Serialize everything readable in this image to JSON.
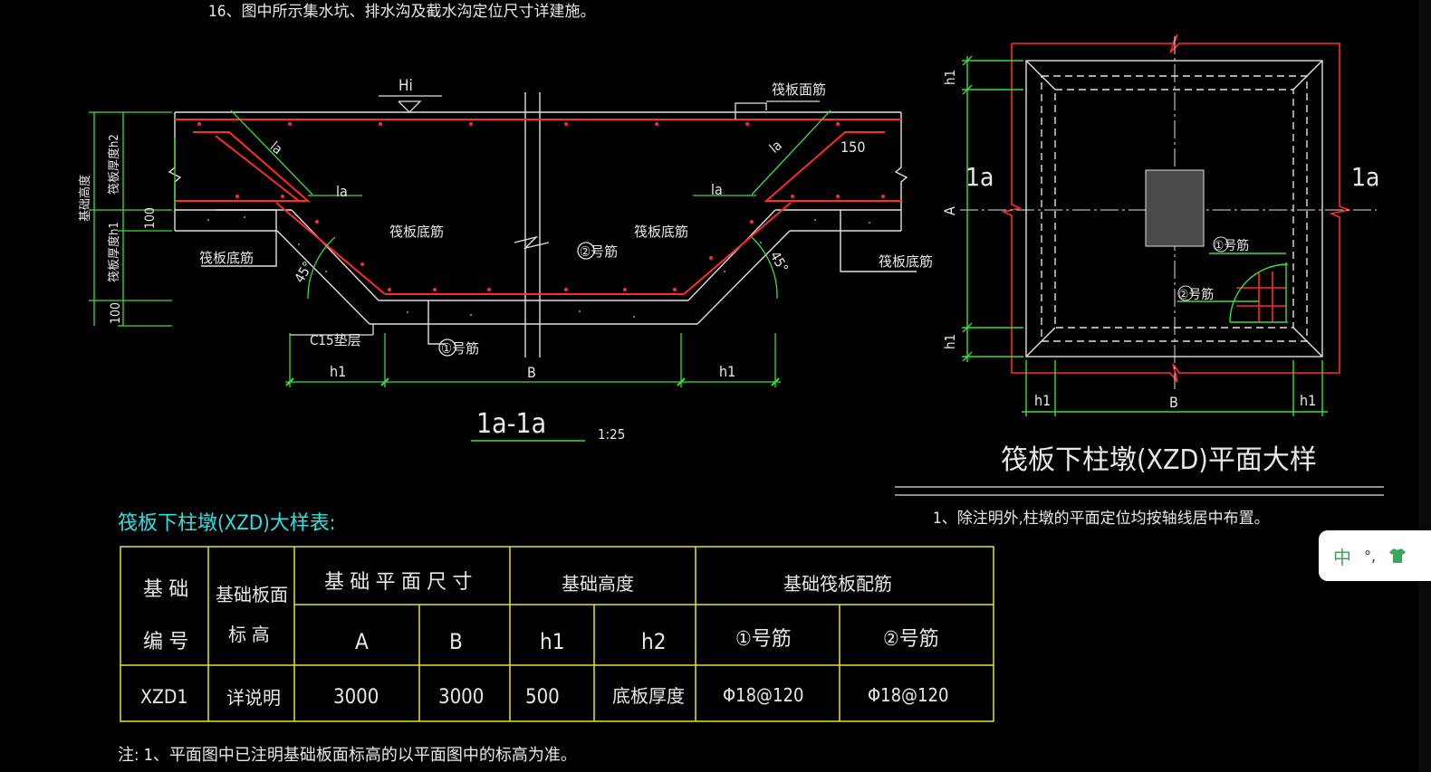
{
  "top_note": "16、图中所示集水坑、排水沟及截水沟定位尺寸详建施。",
  "section": {
    "level_mark": "Hi",
    "raft_top_bar": "筏板面筋",
    "la_1": "la",
    "la_2": "la",
    "la_3": "la",
    "la_4": "la",
    "hook_150": "150",
    "raft_bottom_bar_left": "筏板底筋",
    "raft_bottom_bar_mid_left": "筏板底筋",
    "raft_bottom_bar_mid_right": "筏板底筋",
    "raft_bottom_bar_right": "筏板底筋",
    "bar2": "②号筋",
    "bar1": "①号筋",
    "angle_left": "45°",
    "angle_right": "45°",
    "cushion": "C15垫层",
    "dim_h1_left": "h1",
    "dim_B": "B",
    "dim_h1_right": "h1",
    "dim_100_top": "100",
    "dim_100_bottom": "100",
    "lbl_found_height": "基础高度",
    "lbl_found_thk_h2": "筏板厚度h2",
    "lbl_raft_thk_h1": "筏板厚度h1",
    "title": "1a-1a",
    "scale": "1:25"
  },
  "plan": {
    "cut_left": "1a",
    "cut_right": "1a",
    "dim_A": "A",
    "dim_h1_top": "h1",
    "dim_h1_bottom": "h1",
    "dim_h1_left": "h1",
    "dim_B": "B",
    "dim_h1_right": "h1",
    "bar1": "①号筋",
    "bar2": "②号筋",
    "title": "筏板下柱墩(XZD)平面大样",
    "note": "1、除注明外,柱墩的平面定位均按轴线居中布置。"
  },
  "table": {
    "heading": "筏板下柱墩(XZD)大样表:",
    "h_code_1": "基 础",
    "h_code_2": "编 号",
    "h_elev_1": "基础板面",
    "h_elev_2": "标 高",
    "h_size": "基 础 平 面 尺 寸",
    "h_height": "基础高度",
    "h_rebar": "基础筏板配筋",
    "h_A": "A",
    "h_B": "B",
    "h_h1": "h1",
    "h_h2": "h2",
    "h_bar1": "①号筋",
    "h_bar2": "②号筋",
    "row": {
      "code": "XZD1",
      "elev": "详说明",
      "A": "3000",
      "B": "3000",
      "h1": "500",
      "h2": "底板厚度",
      "bar1": "Φ18@120",
      "bar2": "Φ18@120"
    },
    "footnote": "注: 1、平面图中已注明基础板面标高的以平面图中的标高为准。"
  },
  "ime": {
    "mode": "中",
    "punct": "°,"
  },
  "colors": {
    "rebar": "#ff2a2a",
    "dimension": "#3ddc3d",
    "table_border": "#e6e61a",
    "heading": "#2fe0e0",
    "line": "#e0e0e0",
    "column": "#4a4a4a"
  }
}
